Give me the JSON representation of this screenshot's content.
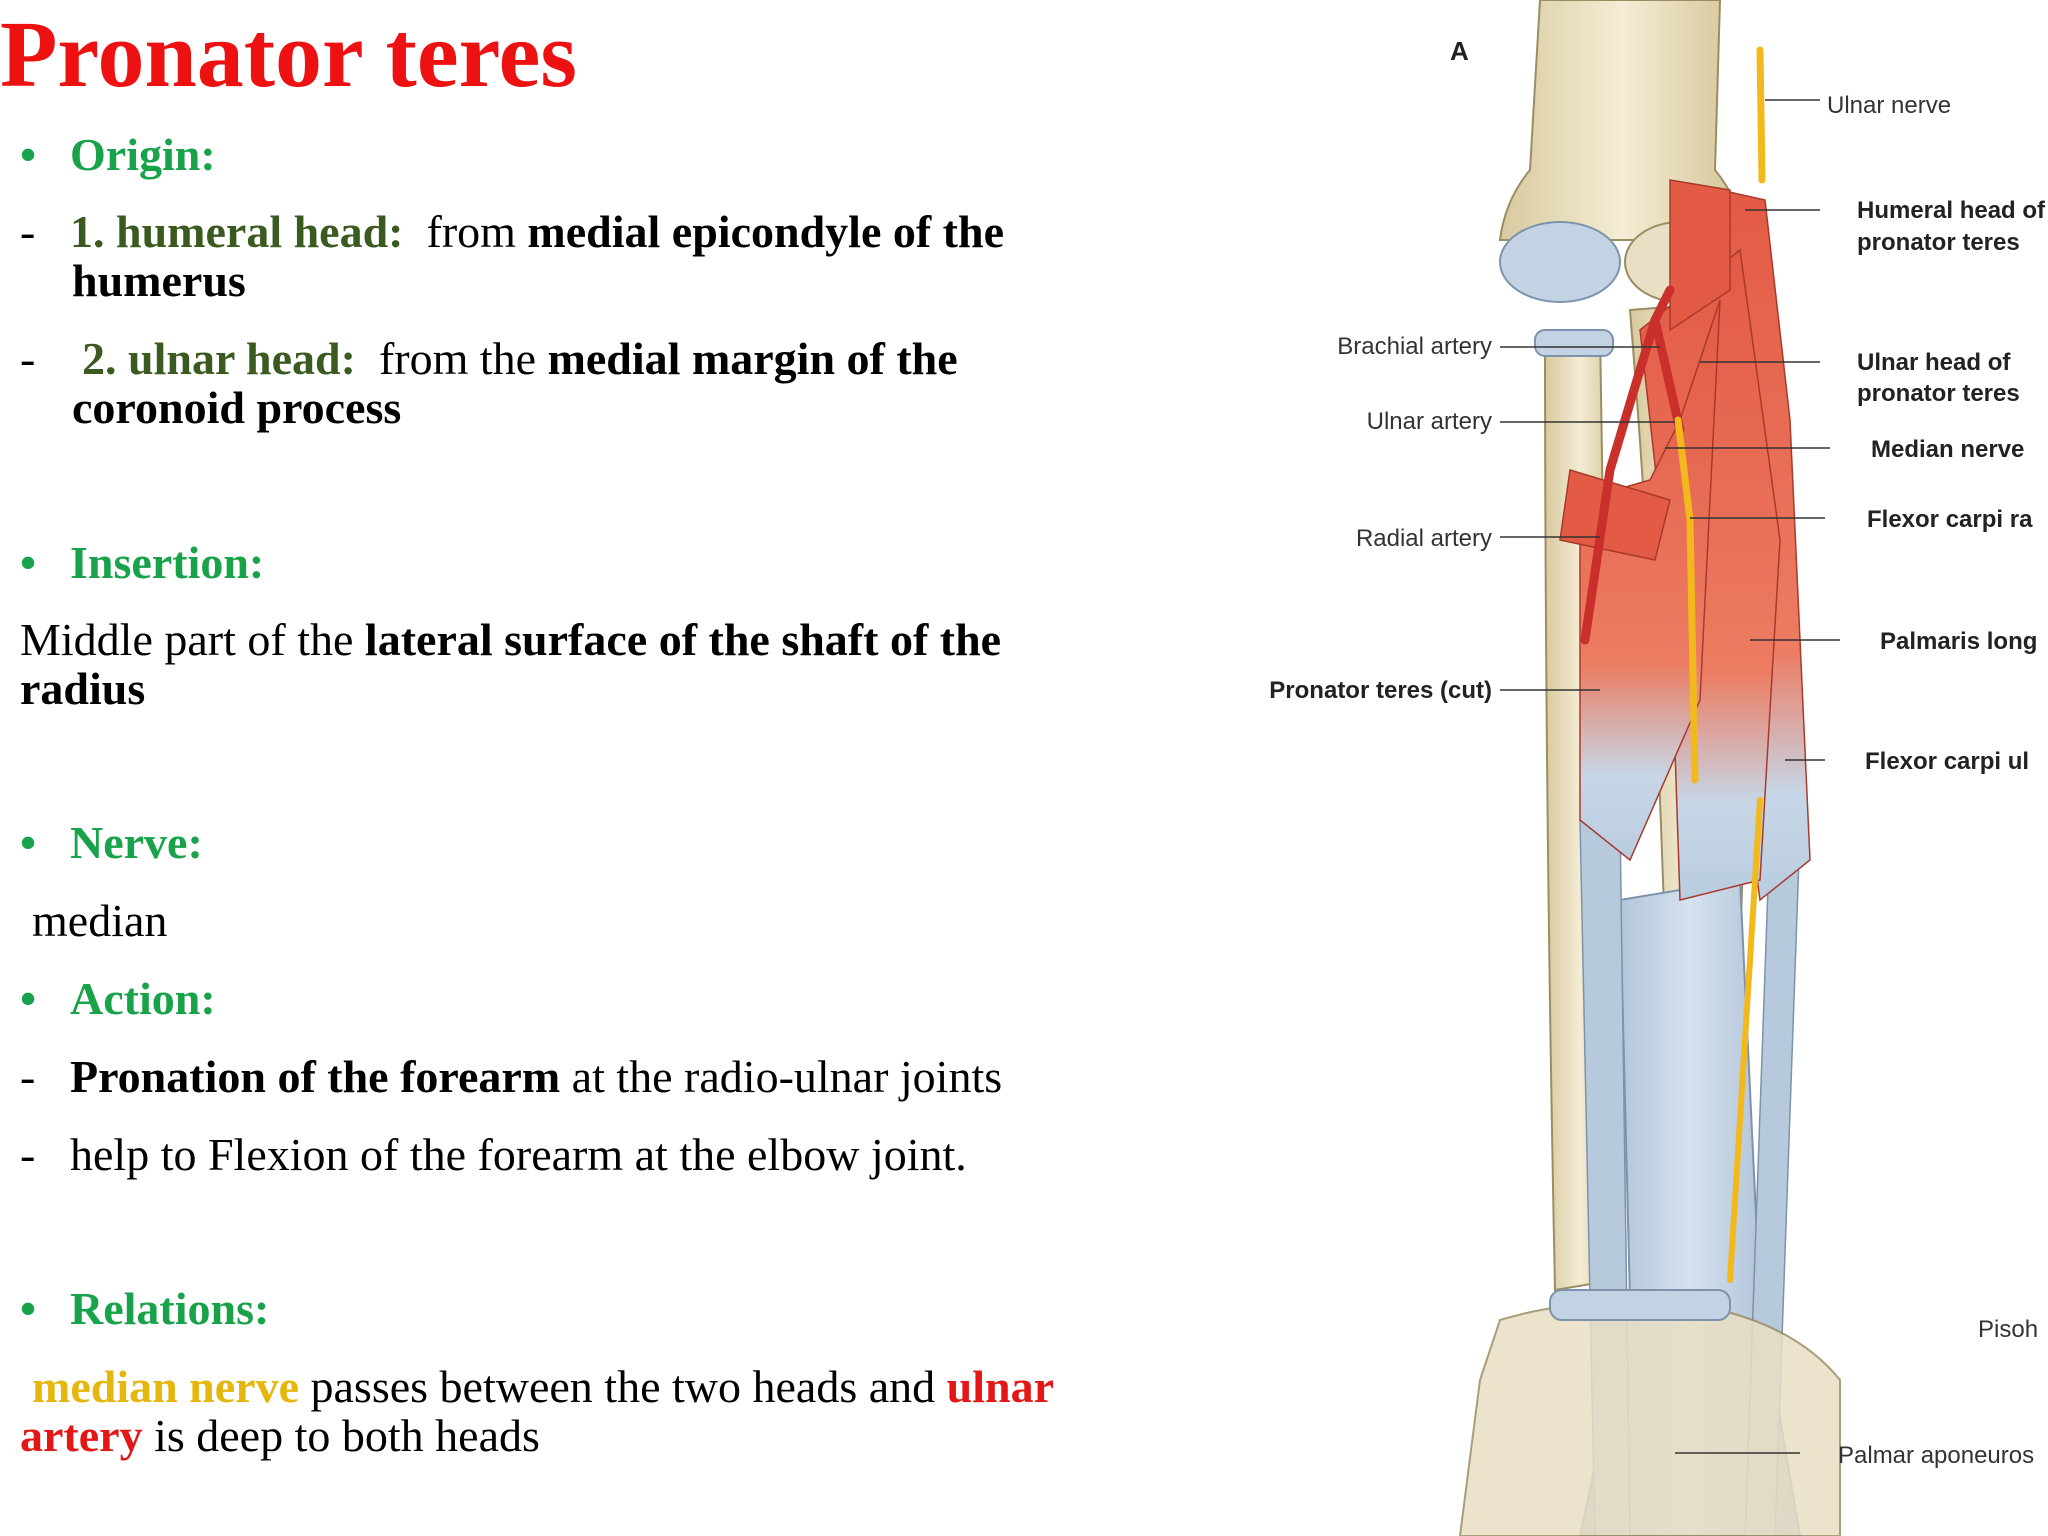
{
  "title": "Pronator teres",
  "origin": {
    "heading": "Origin:",
    "humeral": {
      "label": "1. humeral head:",
      "pre": "  from ",
      "bold": "medial epicondyle of the",
      "bold2": "humerus"
    },
    "ulnar": {
      "label": "2. ulnar head:",
      "pre": "  from the ",
      "bold": "medial margin of the",
      "bold2": "coronoid process"
    }
  },
  "insertion": {
    "heading": "Insertion:",
    "pre": "Middle part of the ",
    "bold": "lateral surface of the shaft of the",
    "bold2": "radius"
  },
  "nerve": {
    "heading": "Nerve:",
    "value": "median"
  },
  "action": {
    "heading": "Action:",
    "item1_bold": "Pronation of the forearm",
    "item1_rest": " at the radio-ulnar joints",
    "item2": "help to Flexion of the forearm at the elbow joint."
  },
  "relations": {
    "heading": "Relations:",
    "yellow": "median nerve",
    "mid": " passes between the two heads and ",
    "red1": "ulnar",
    "red2": "artery",
    "end": " is deep to both heads"
  },
  "figure": {
    "panel_letter": "A",
    "labels_right": [
      "Ulnar nerve",
      "Humeral head of",
      "pronator teres",
      "Ulnar head of",
      "pronator teres",
      "Median nerve",
      "Flexor carpi ra",
      "Palmaris long",
      "Flexor carpi ul",
      "Pisoh",
      "Palmar aponeuros"
    ],
    "labels_left": [
      "Brachial artery",
      "Ulnar artery",
      "Radial artery",
      "Pronator teres (cut)"
    ],
    "colors": {
      "muscle": "#e8644f",
      "bone": "#ede3c8",
      "tendon": "#b9cde0",
      "artery": "#c9302c",
      "nerve": "#f2b81c"
    }
  },
  "colors": {
    "title": "#ee1111",
    "heading": "#18a24a",
    "subheading": "#3b5a1f",
    "highlight_yellow": "#e5b60b",
    "highlight_red": "#e41717"
  }
}
